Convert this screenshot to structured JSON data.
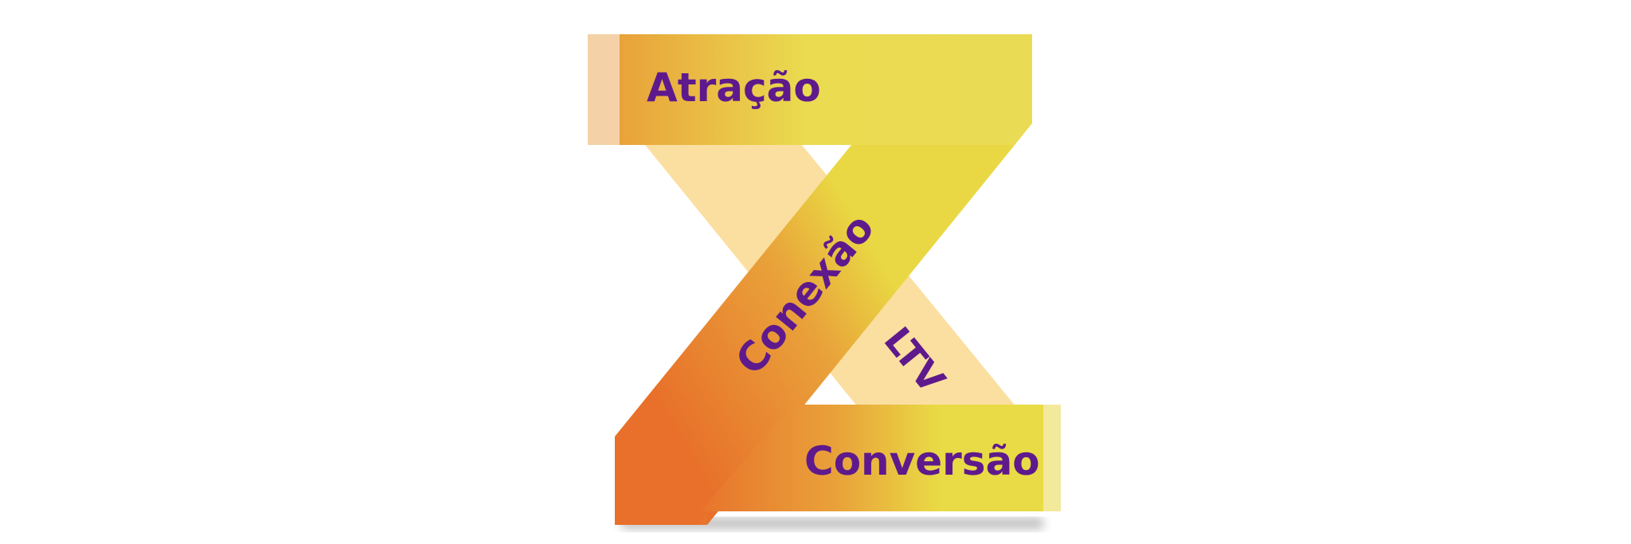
{
  "diagram": {
    "stages": {
      "top": "Atração",
      "diagonal": "Conexão",
      "back_diagonal": "LTV",
      "bottom": "Conversão"
    },
    "colors": {
      "text": "#5E1A8C",
      "orange": "#E8702A",
      "yellow": "#E9DB45",
      "light_band": "#FBDFA0"
    }
  }
}
